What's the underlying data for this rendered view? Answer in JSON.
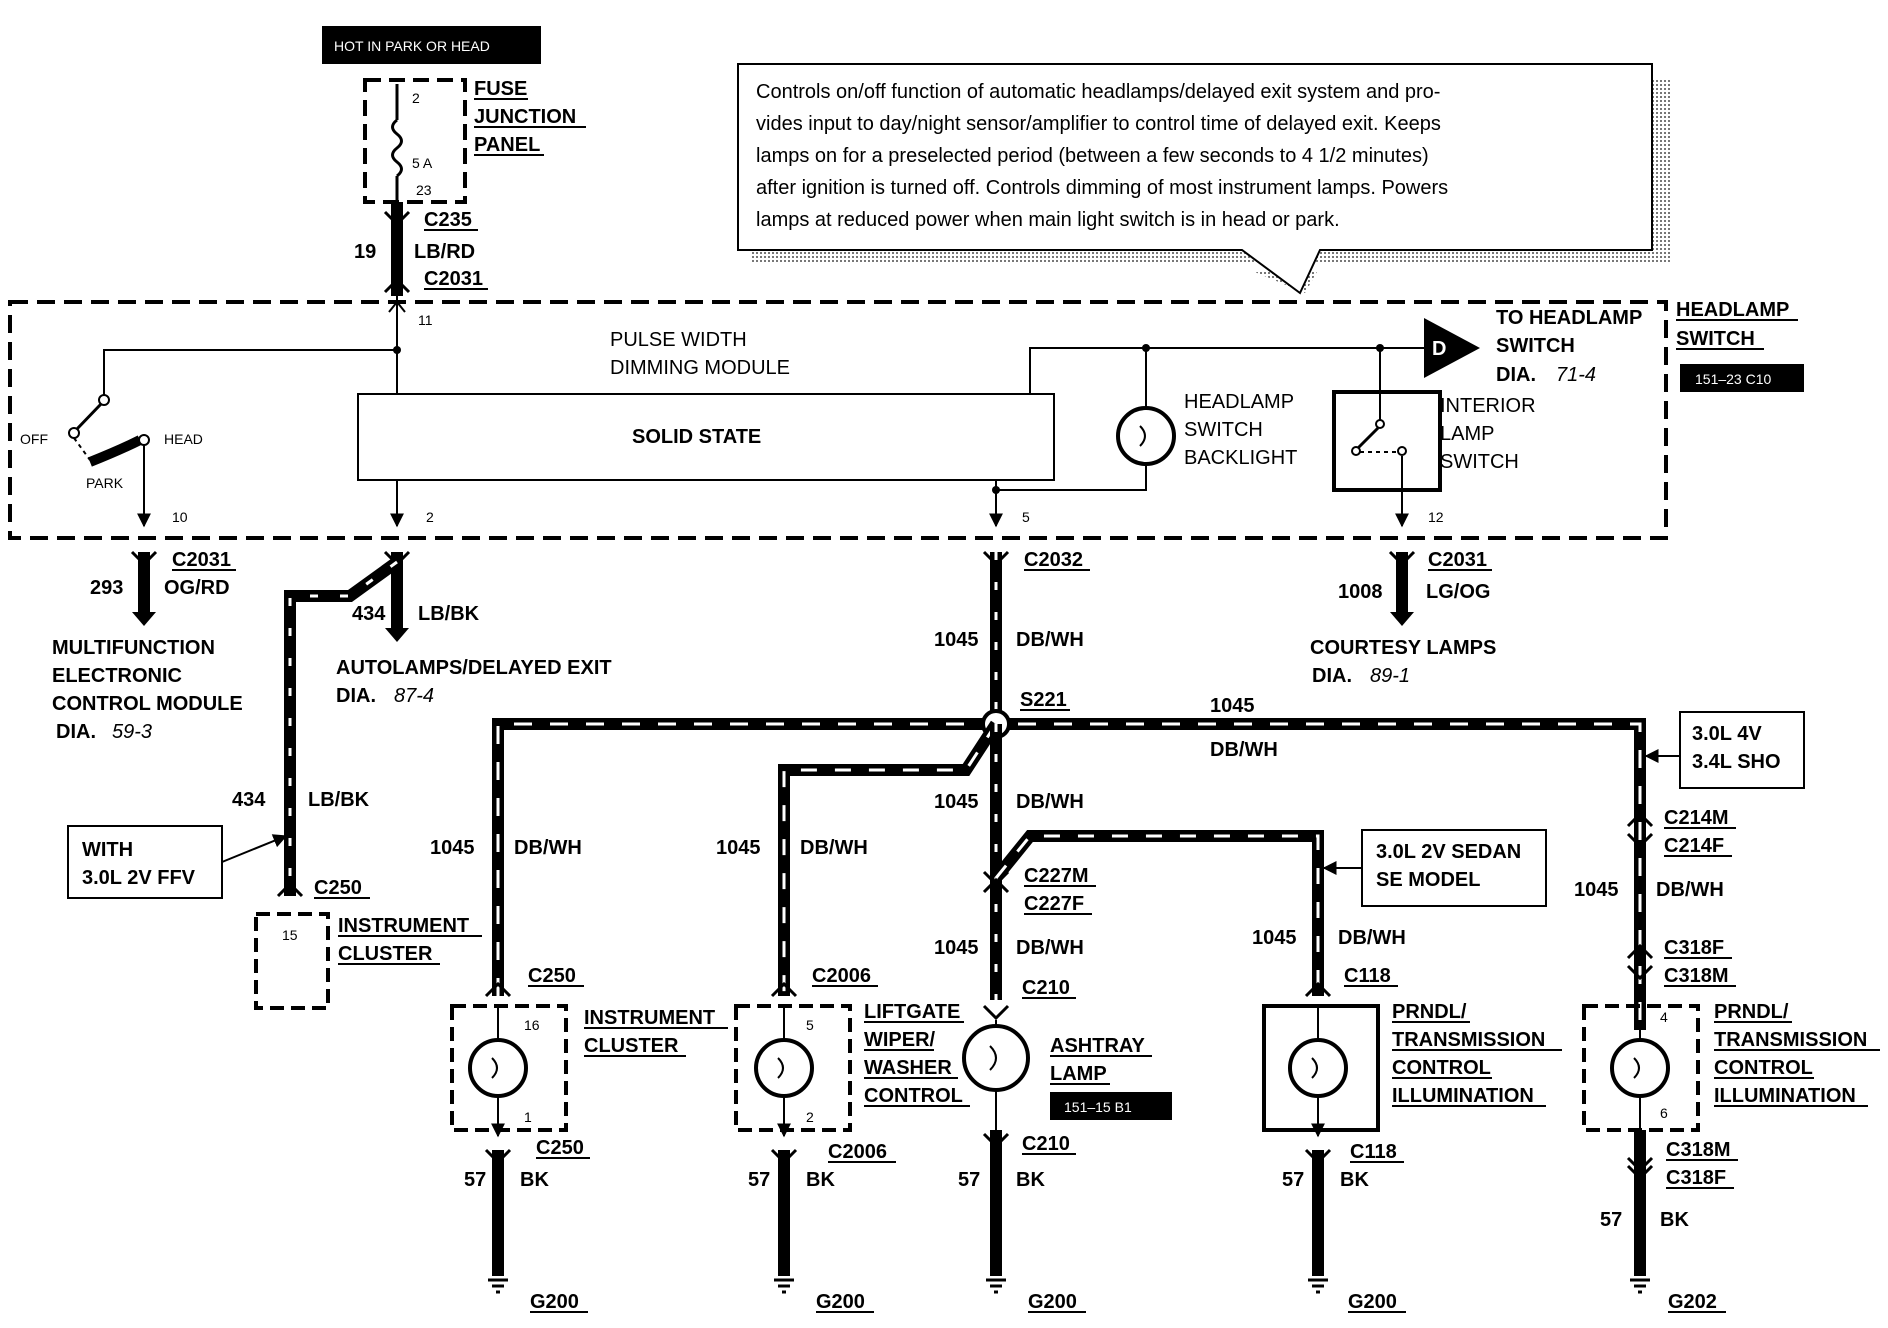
{
  "power": {
    "hot_label": "HOT IN PARK OR HEAD",
    "fuse_junction_lines": [
      "FUSE",
      "JUNCTION",
      "PANEL"
    ],
    "fuse_pin_top": "2",
    "fuse_rating": "5 A",
    "fuse_pin_bottom": "23",
    "feed_circuit": "19",
    "feed_color": "LB/RD",
    "feed_connectors": [
      "C235",
      "C2031"
    ],
    "switch_pin_top": "11"
  },
  "callout": {
    "lines": [
      "Controls on/off function of automatic headlamps/delayed exit system and pro-",
      "vides input to day/night sensor/amplifier to control time of delayed exit.  Keeps",
      "lamps on for a preselected period (between a few seconds to 4 1/2 minutes)",
      "after ignition is turned off.  Controls dimming of most instrument lamps.  Powers",
      "lamps at reduced power when main light switch is in head or park."
    ]
  },
  "headlamp_switch": {
    "title_lines": [
      "HEADLAMP",
      "SWITCH"
    ],
    "ref_tag": "151–23 C10",
    "module_label_lines": [
      "PULSE WIDTH",
      "DIMMING MODULE"
    ],
    "solid_state": "SOLID STATE",
    "switch_positions": {
      "off": "OFF",
      "head": "HEAD",
      "park": "PARK"
    },
    "backlight_lines": [
      "HEADLAMP",
      "SWITCH",
      "BACKLIGHT"
    ],
    "interior_lines": [
      "INTERIOR",
      "LAMP",
      "SWITCH"
    ],
    "to_headlamp": {
      "symbol": "D",
      "lines": [
        "TO HEADLAMP",
        "SWITCH"
      ],
      "dia_prefix": "DIA.",
      "dia_ref": "71-4"
    },
    "pins": {
      "p10": "10",
      "p2": "2",
      "p5": "5",
      "p12": "12"
    }
  },
  "outputs": {
    "mecm": {
      "connector": "C2031",
      "circuit": "293",
      "color": "OG/RD",
      "lines": [
        "MULTIFUNCTION",
        "ELECTRONIC",
        "CONTROL MODULE"
      ],
      "dia_prefix": "DIA.",
      "dia_ref": "59-3"
    },
    "autolamps": {
      "circuit": "434",
      "color": "LB/BK",
      "lines": [
        "AUTOLAMPS/DELAYED EXIT"
      ],
      "dia_prefix": "DIA.",
      "dia_ref": "87-4"
    },
    "courtesy": {
      "connector": "C2031",
      "circuit": "1008",
      "color": "LG/OG",
      "lines": [
        "COURTESY LAMPS"
      ],
      "dia_prefix": "DIA.",
      "dia_ref": "89-1"
    },
    "c2032": "C2032"
  },
  "distribution": {
    "circuit": "1045",
    "color": "DB/WH",
    "splice": "S221",
    "ffv": {
      "circuit": "434",
      "color": "LB/BK",
      "note_lines": [
        "WITH",
        "3.0L 2V FFV"
      ],
      "connector": "C250",
      "pin": "15",
      "cluster_lines": [
        "INSTRUMENT",
        "CLUSTER"
      ]
    },
    "sho_note_lines": [
      "3.0L 4V",
      "3.4L SHO"
    ],
    "sedan_note_lines": [
      "3.0L 2V SEDAN",
      "SE MODEL"
    ],
    "c227": [
      "C227M",
      "C227F"
    ],
    "c214": [
      "C214M",
      "C214F"
    ],
    "c318_top": [
      "C318F",
      "C318M"
    ],
    "c318_bottom": [
      "C318M",
      "C318F"
    ]
  },
  "lamps": [
    {
      "top_conn": "C250",
      "bot_conn": "C250",
      "pin_top": "16",
      "pin_bot": "1",
      "lines": [
        "INSTRUMENT",
        "CLUSTER"
      ],
      "ground": "G200"
    },
    {
      "top_conn": "C2006",
      "bot_conn": "C2006",
      "pin_top": "5",
      "pin_bot": "2",
      "lines": [
        "LIFTGATE",
        "WIPER/",
        "WASHER",
        "CONTROL"
      ],
      "ground": "G200"
    },
    {
      "top_conn": "C210",
      "bot_conn": "C210",
      "lines": [
        "ASHTRAY",
        "LAMP"
      ],
      "ref_tag": "151–15 B1",
      "ground": "G200"
    },
    {
      "top_conn": "C118",
      "bot_conn": "C118",
      "lines": [
        "PRNDL/",
        "TRANSMISSION",
        "CONTROL",
        "ILLUMINATION"
      ],
      "ground": "G200"
    },
    {
      "pin_top": "4",
      "pin_bot": "6",
      "lines": [
        "PRNDL/",
        "TRANSMISSION",
        "CONTROL",
        "ILLUMINATION"
      ],
      "ground": "G202"
    }
  ],
  "ground_circuit": "57",
  "ground_color": "BK"
}
